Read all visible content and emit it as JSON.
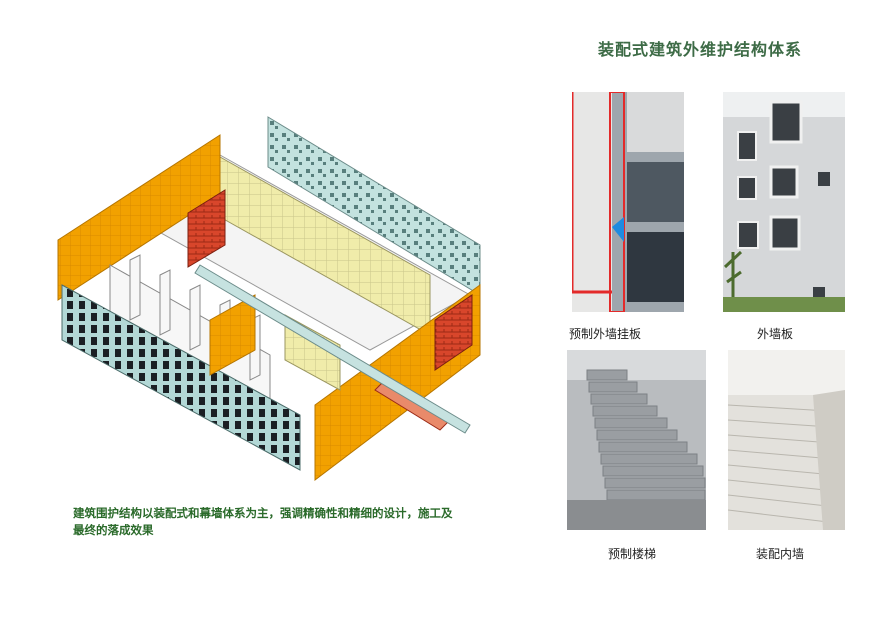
{
  "title": "装配式建筑外维护结构体系",
  "description": "建筑围护结构以装配式和幕墙体系为主，强调精确性和精细的设计，施工及最终的落成效果",
  "photos": [
    {
      "caption": "预制外墙挂板"
    },
    {
      "caption": "外墙板"
    },
    {
      "caption": "预制楼梯"
    },
    {
      "caption": "装配内墙"
    }
  ],
  "colors": {
    "title": "#3d6b46",
    "description": "#2a6a2a",
    "orange_panel": "#f2a100",
    "yellow_panel": "#f0ecaa",
    "blue_panel": "#b9dcd9",
    "red_brick": "#d8462b"
  }
}
